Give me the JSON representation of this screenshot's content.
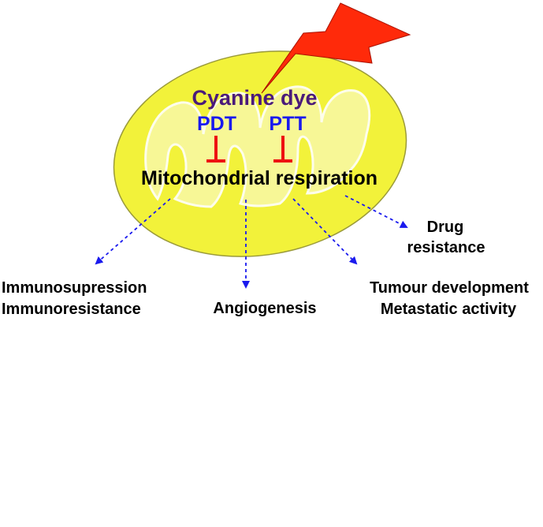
{
  "colors": {
    "outer_membrane": "#f2f23a",
    "outer_membrane_stroke": "#9a9a3a",
    "cristae_fill": "#f8f8a0",
    "lightning": "#ff2a0a",
    "dye_text": "#4a1a7a",
    "therapy_text": "#1a1aee",
    "inhibition": "#ee1111",
    "arrows": "#1a1aee",
    "text": "#000000"
  },
  "icons": {
    "mitochondrion": "mitochondrion-icon",
    "light": "lightning-icon"
  },
  "labels": {
    "dye": "Cyanine dye",
    "pdt": "PDT",
    "ptt": "PTT",
    "respiration": "Mitochondrial respiration",
    "immuno1": "Immunosupression",
    "immuno2": "Immunoresistance",
    "angiogenesis": "Angiogenesis",
    "tumour1": "Tumour development",
    "tumour2": "Metastatic activity",
    "drug1": "Drug",
    "drug2": "resistance"
  }
}
